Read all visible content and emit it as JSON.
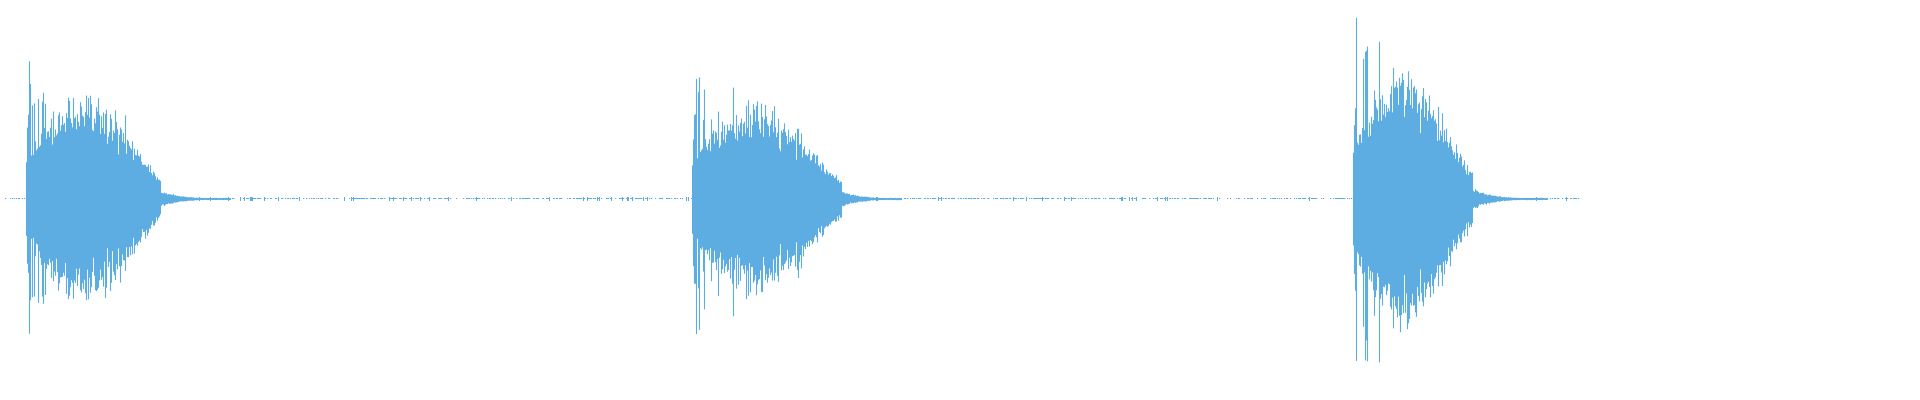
{
  "waveform": {
    "color": "#5dade2",
    "background": "#ffffff",
    "bursts": [
      {
        "peak_amplitude": 0.36
      },
      {
        "peak_amplitude": 0.33
      },
      {
        "peak_amplitude": 0.45
      }
    ]
  }
}
